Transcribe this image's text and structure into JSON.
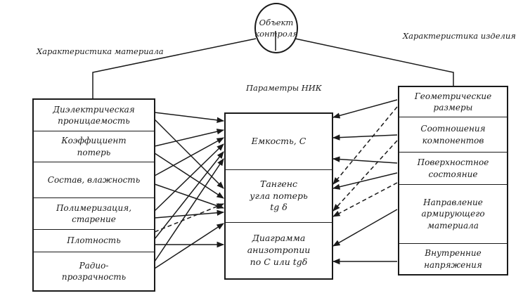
{
  "top": {
    "object": "Объект\nконтроля",
    "material_label": "Характеристика материала",
    "product_label": "Характеристика изделия",
    "params_label": "Параметры НИК"
  },
  "material": {
    "items": [
      "Диэлектрическая\nпроницаемость",
      "Коэффициент\nпотерь",
      "Состав, влажность",
      "Полимеризация,\nстарение",
      "Плотность",
      "Радио-\nпрозрачность"
    ]
  },
  "params": {
    "items": [
      "Емкость, С",
      "Тангенс\nугла потерь\ntg δ",
      "Диаграмма\nанизотропии\nпо С или tgδ"
    ]
  },
  "product": {
    "items": [
      "Геометрические\nразмеры",
      "Соотношения\nкомпонентов",
      "Поверхностное\nсостояние",
      "Направление\nармирующего\nматериала",
      "Внутренние\nнапряжения"
    ]
  }
}
